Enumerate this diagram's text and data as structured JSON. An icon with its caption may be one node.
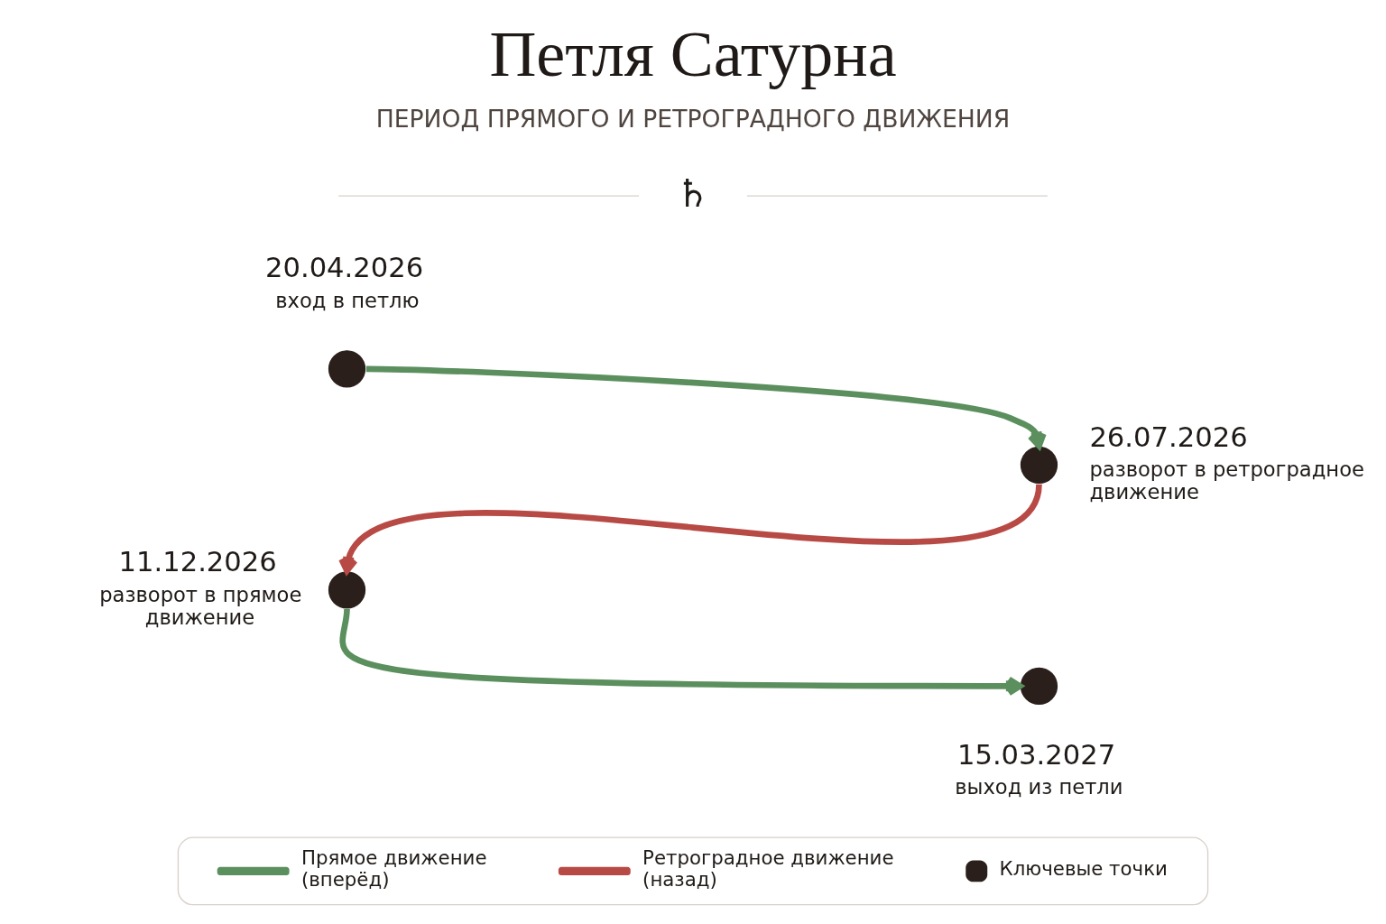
{
  "diagram": {
    "title": "Петля Сатурна",
    "nodes": [
      {
        "text": [],
        "shape": "circle",
        "beside": [
          "20.04.2026",
          "вход в петлю"
        ]
      },
      {
        "text": [],
        "shape": "circle",
        "beside": [
          "26.07.2026",
          "разворот в ретроградное движение"
        ]
      },
      {
        "text": [],
        "shape": "circle",
        "beside": [
          "11.12.2026",
          "разворот в прямое движение"
        ]
      },
      {
        "text": [],
        "shape": "circle",
        "beside": [
          "15.03.2027",
          "выход из петли"
        ]
      }
    ],
    "edges": [
      {
        "from": 0,
        "to": 1,
        "arrow": "to"
      },
      {
        "from": 1,
        "to": 2,
        "arrow": "to",
        "color": "#b84a45"
      },
      {
        "from": 2,
        "to": 3,
        "arrow": "to"
      }
    ],
    "labels": [
      "ПЕРИОД ПРЯМОГО И РЕТРОГРАДНОГО ДВИЖЕНИЯ",
      "♄"
    ],
    "legend": [
      {
        "text": "Прямое движение (вперёд)"
      },
      {
        "text": "Ретроградное движение (назад)"
      },
      {
        "text": "Ключевые точки"
      }
    ]
  }
}
